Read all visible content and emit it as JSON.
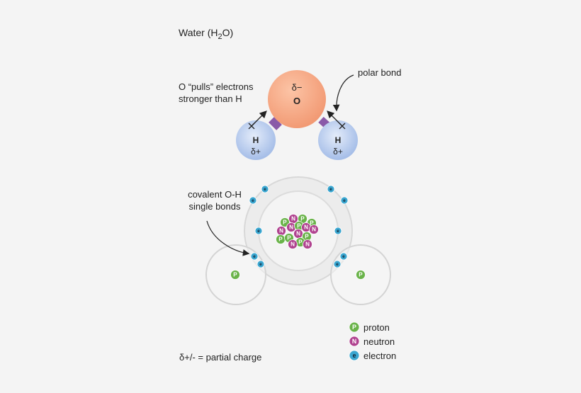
{
  "title": {
    "prefix": "Water (H",
    "sub": "2",
    "suffix": "O)"
  },
  "annotations": {
    "pull_line1": "O “pulls” electrons",
    "pull_line2": "stronger than H",
    "polar_bond": "polar bond",
    "covalent_line1": "covalent O-H",
    "covalent_line2": "single bonds",
    "partial_charge": "δ+/- = partial charge"
  },
  "molecule": {
    "oxygen": {
      "symbol": "O",
      "charge": "δ−",
      "color": "#f7a882"
    },
    "hydrogen_left": {
      "symbol": "H",
      "charge": "δ+",
      "color": "#b9cdee"
    },
    "hydrogen_right": {
      "symbol": "H",
      "charge": "δ+",
      "color": "#b9cdee"
    },
    "bond_color": "#8a5aa8"
  },
  "atom_model": {
    "particle_labels": {
      "proton": "P",
      "neutron": "N",
      "electron": "e"
    },
    "oxygen_nucleus": {
      "protons": 8,
      "neutrons": 8
    },
    "oxygen_inner_shell_electrons": 2,
    "oxygen_outer_shell_electrons": 6,
    "shared_electrons_per_bond": 2,
    "hydrogen_nucleus_protons": 1
  },
  "legend": [
    {
      "symbol": "P",
      "label": "proton",
      "color": "#6ab34a"
    },
    {
      "symbol": "N",
      "label": "neutron",
      "color": "#b0428f"
    },
    {
      "symbol": "e",
      "label": "electron",
      "color": "#3aa6d0"
    }
  ]
}
